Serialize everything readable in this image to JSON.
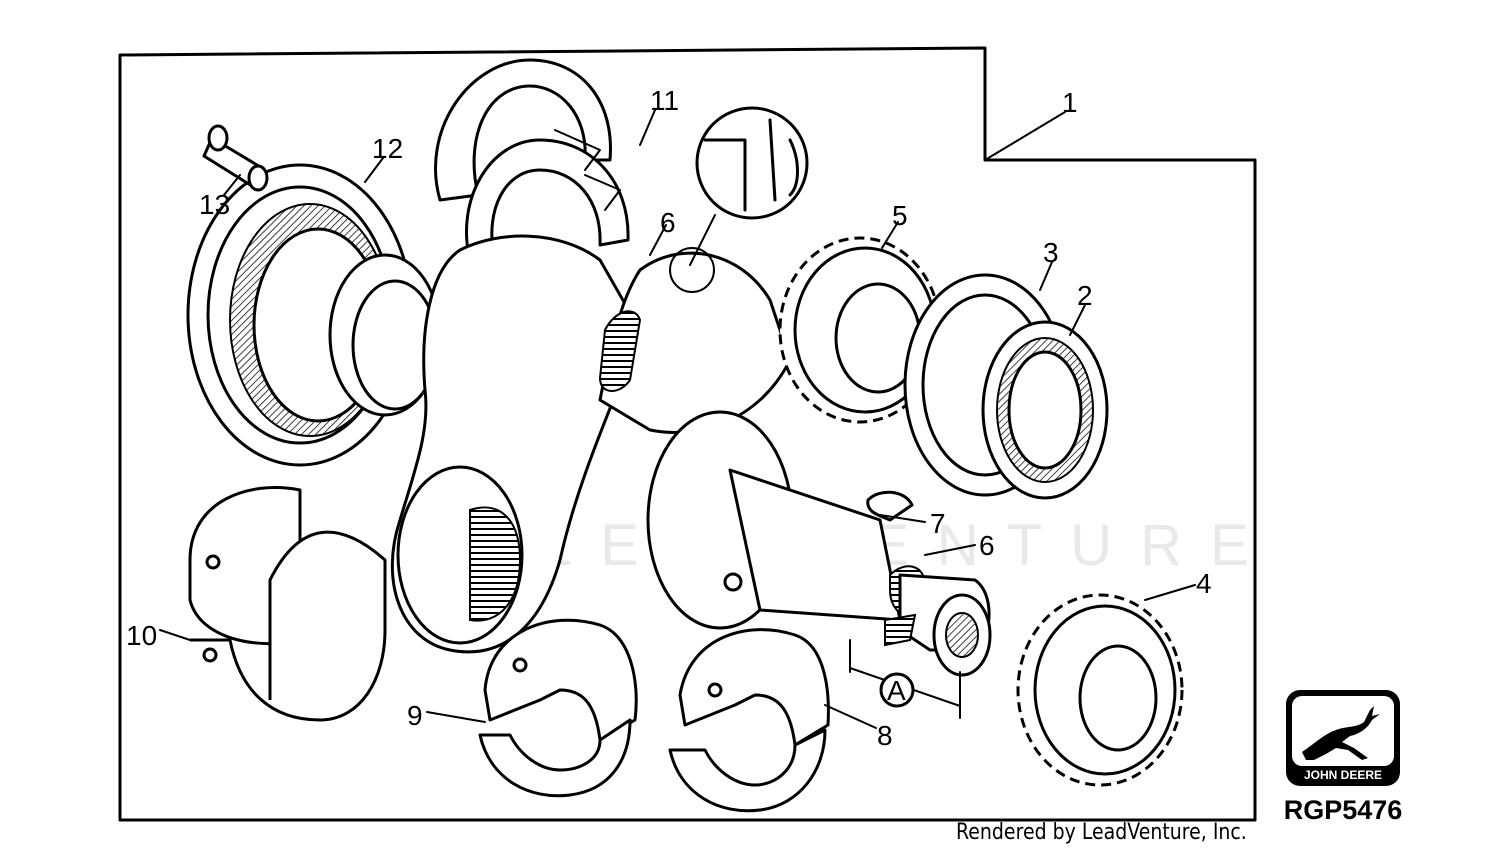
{
  "diagram": {
    "callouts": [
      "1",
      "2",
      "3",
      "4",
      "5",
      "6",
      "6",
      "7",
      "8",
      "9",
      "10",
      "11",
      "12",
      "13"
    ],
    "dimension_label": "A",
    "watermark": "LEADVENTURE"
  },
  "logo": {
    "brand": "JOHN DEERE",
    "icon": "leaping-deer-icon",
    "colors": {
      "ink": "#000000",
      "paper": "#ffffff"
    }
  },
  "figure_code": "RGP5476",
  "credit": "Rendered by LeadVenture, Inc."
}
